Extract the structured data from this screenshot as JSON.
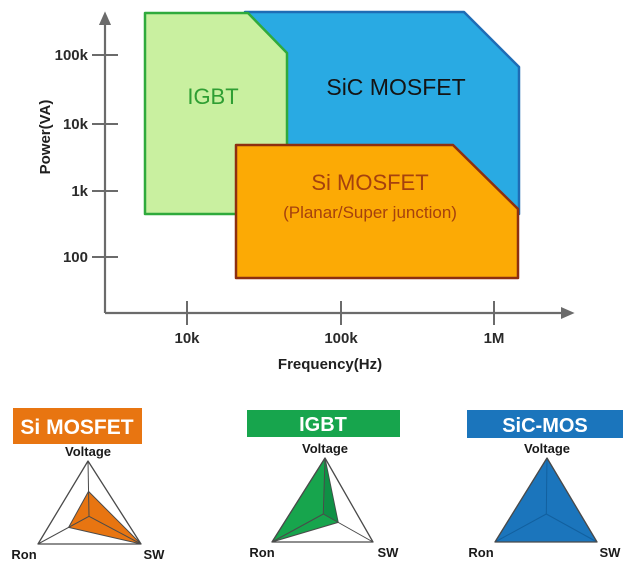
{
  "chart_data": [
    {
      "type": "area",
      "title": "",
      "xlabel": "Frequency(Hz)",
      "ylabel": "Power(VA)",
      "x_ticks": [
        "10k",
        "100k",
        "1M"
      ],
      "y_ticks": [
        "100k",
        "10k",
        "1k",
        "100"
      ],
      "x_scale": "log",
      "y_scale": "log",
      "x_range_hz": [
        3000,
        3000000
      ],
      "y_range_va": [
        15,
        600000
      ],
      "grid": false,
      "regions": [
        {
          "label": "SiC MOSFET",
          "sublabel": "",
          "freq_hz_min": 25000,
          "freq_hz_max": 1400000,
          "power_va_min": 500,
          "power_va_max": 400000,
          "note": "top-right corner bevelled above ~60kVA beyond ~700kHz",
          "fill": "#29aae3",
          "border": "#1e6cb5",
          "label_color": "#141414"
        },
        {
          "label": "IGBT",
          "sublabel": "",
          "freq_hz_min": 5000,
          "freq_hz_max": 45000,
          "power_va_min": 500,
          "power_va_max": 400000,
          "note": "top-right corner bevelled above ~100kVA beyond ~25kHz",
          "fill": "#c9f0a0",
          "border": "#2faa3c",
          "label_color": "#2f9e33"
        },
        {
          "label": "Si MOSFET",
          "sublabel": "(Planar/Super junction)",
          "freq_hz_min": 20000,
          "freq_hz_max": 1400000,
          "power_va_min": 50,
          "power_va_max": 5000,
          "note": "top-right corner bevelled above ~500VA beyond ~500kHz",
          "fill": "#fcaa05",
          "border": "#8d2f10",
          "label_color": "#a5410e"
        }
      ]
    },
    {
      "type": "radar",
      "title": "Si MOSFET",
      "axes": [
        "Voltage",
        "Ron",
        "SW"
      ],
      "values": [
        0.45,
        0.4,
        1.0
      ],
      "scale": [
        0,
        1
      ],
      "color": "#e87511"
    },
    {
      "type": "radar",
      "title": "IGBT",
      "axes": [
        "Voltage",
        "Ron",
        "SW"
      ],
      "values": [
        1.0,
        1.0,
        0.3
      ],
      "scale": [
        0,
        1
      ],
      "color": "#17a54d"
    },
    {
      "type": "radar",
      "title": "SiC-MOS",
      "axes": [
        "Voltage",
        "Ron",
        "SW"
      ],
      "values": [
        1.0,
        1.0,
        1.0
      ],
      "scale": [
        0,
        1
      ],
      "color": "#1b75bc"
    }
  ]
}
